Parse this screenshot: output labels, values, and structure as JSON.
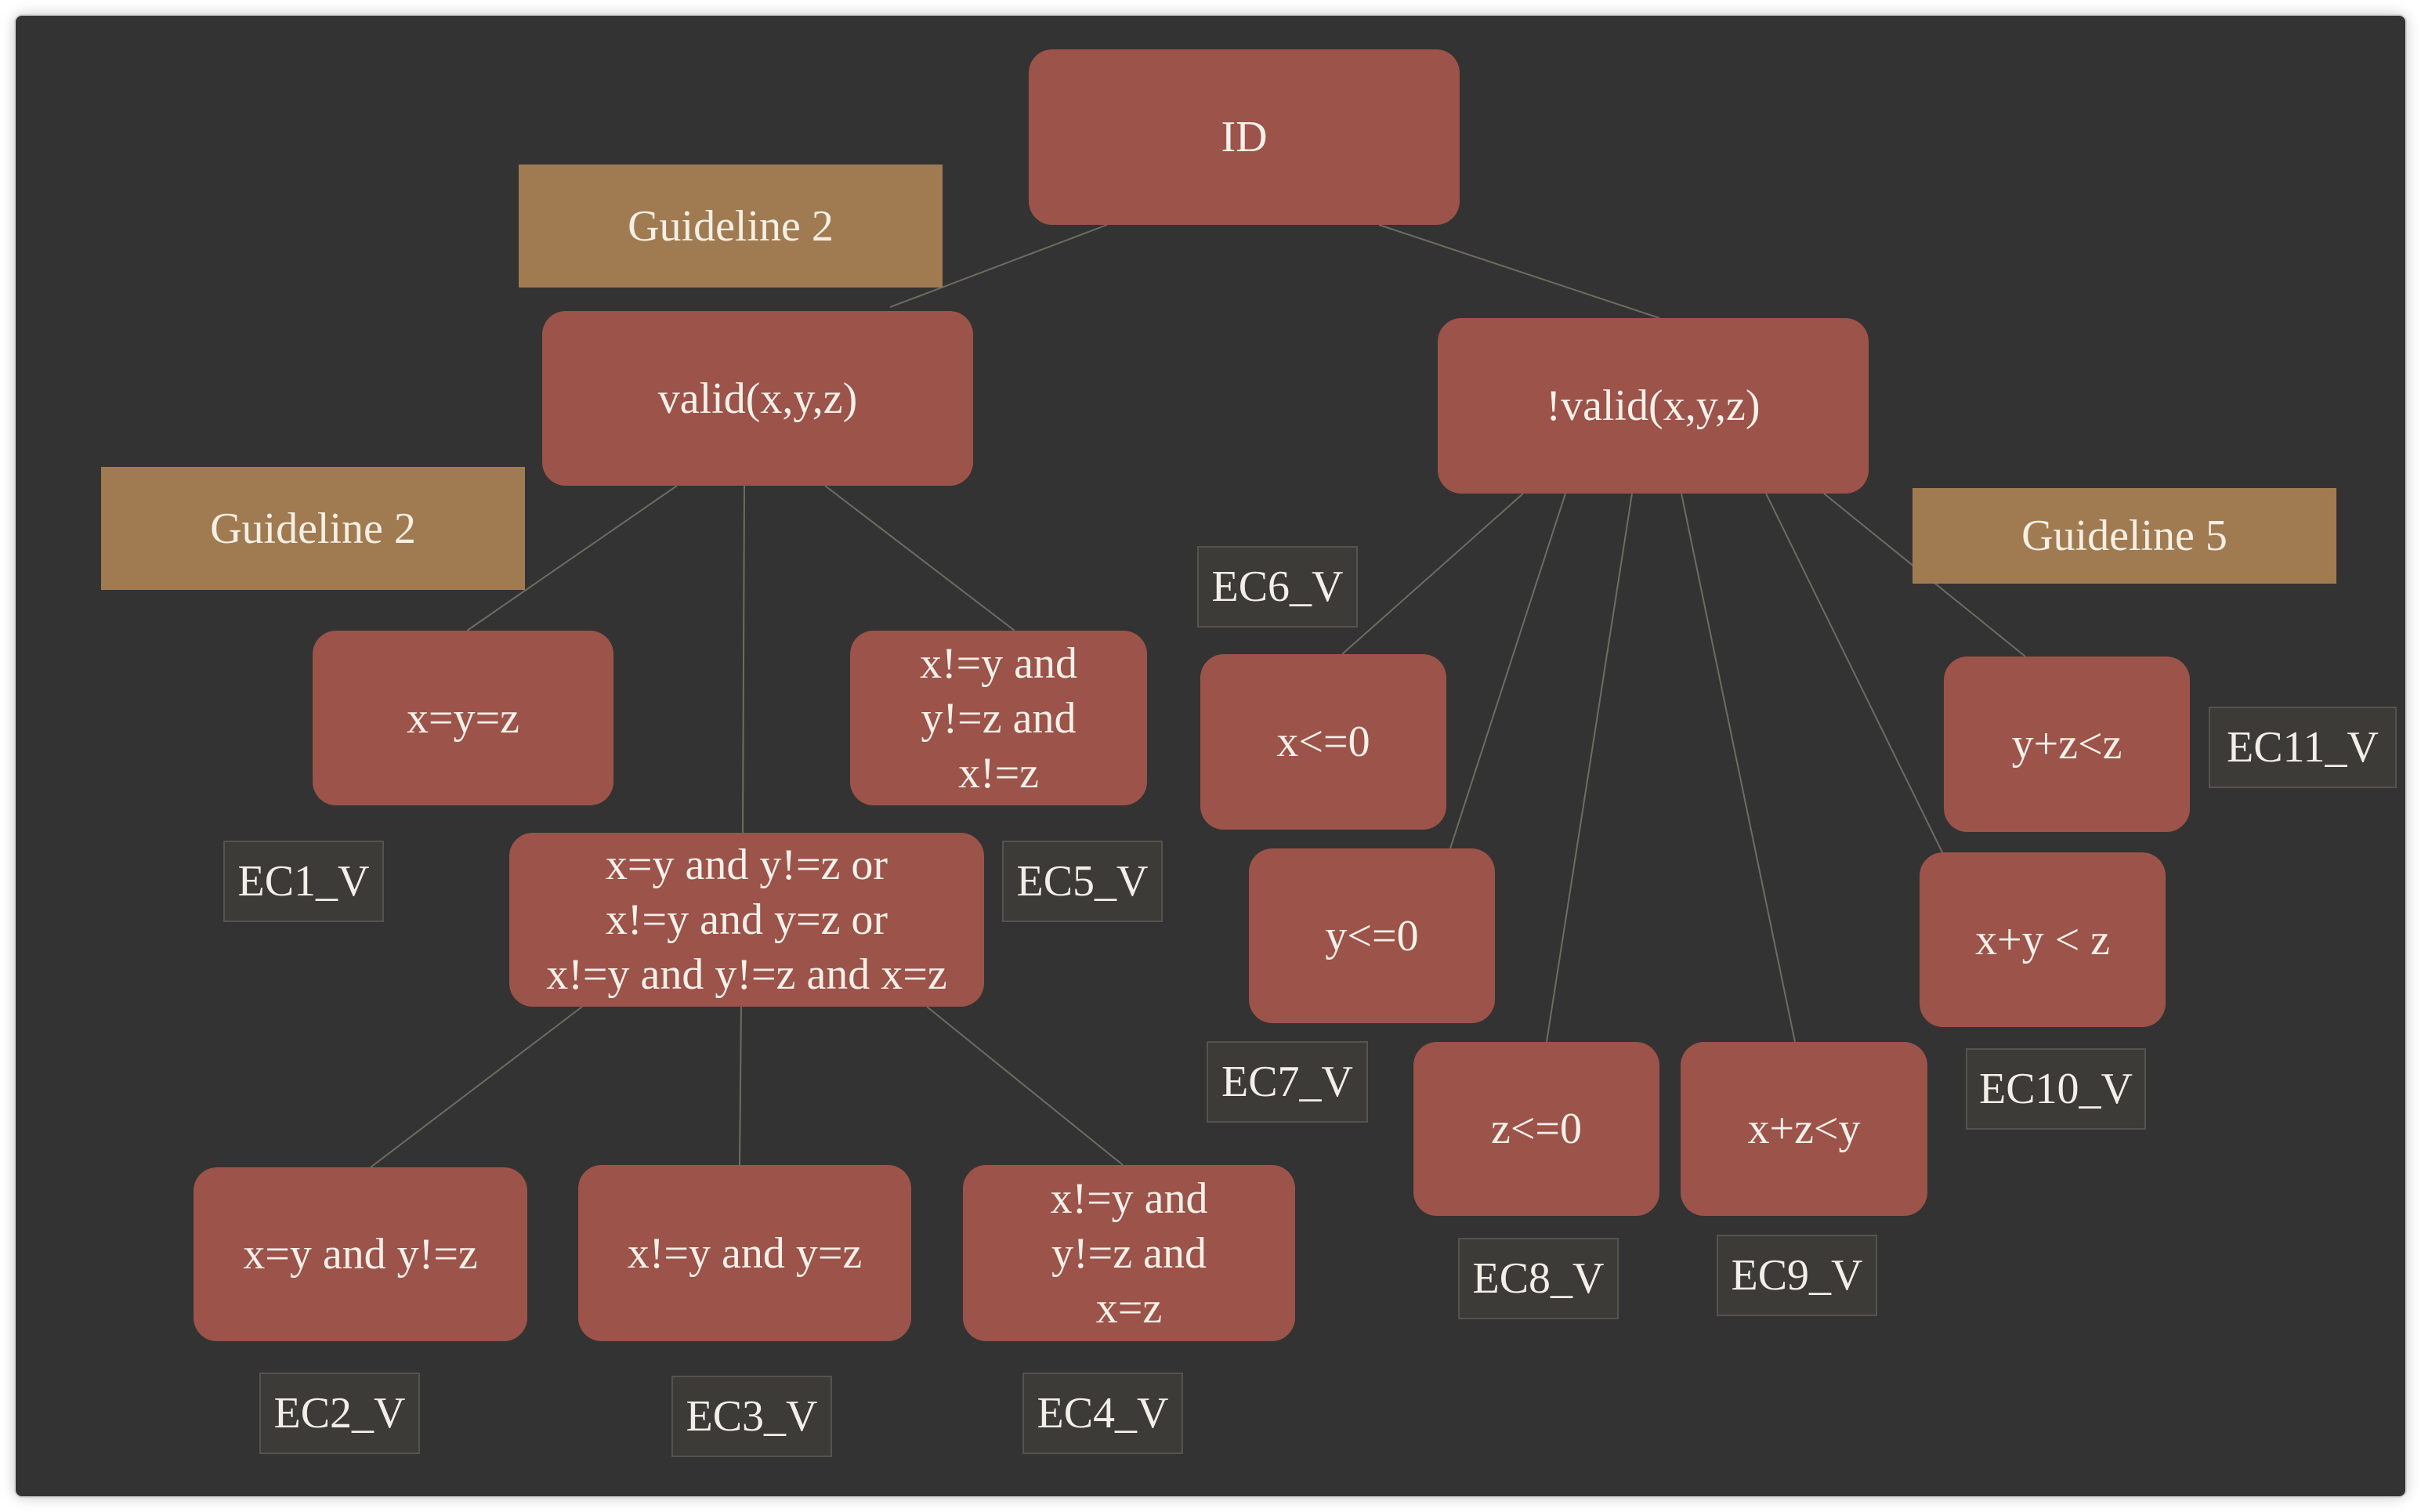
{
  "diagram": {
    "root": "ID",
    "nodes": {
      "valid": "valid(x,y,z)",
      "invalid": "!valid(x,y,z)",
      "x_eq_y_eq_z": "x=y=z",
      "all_distinct": "x!=y and\ny!=z and\nx!=z",
      "two_equal": "x=y and y!=z or\nx!=y and y=z or\nx!=y and y!=z and x=z",
      "xy_eq": "x=y and y!=z",
      "yz_eq": "x!=y and y=z",
      "xz_eq": "x!=y and\ny!=z and\nx=z",
      "x_le_0": "x<=0",
      "y_le_0": "y<=0",
      "z_le_0": "z<=0",
      "xz_lt_y": "x+z<y",
      "xy_lt_z": "x+y < z",
      "yz_lt_z": "y+z<z"
    },
    "guidelines": {
      "g_top": "Guideline 2",
      "g_left": "Guideline 2",
      "g_right": "Guideline 5"
    },
    "equivalence_classes": {
      "ec1": "EC1_V",
      "ec2": "EC2_V",
      "ec3": "EC3_V",
      "ec4": "EC4_V",
      "ec5": "EC5_V",
      "ec6": "EC6_V",
      "ec7": "EC7_V",
      "ec8": "EC8_V",
      "ec9": "EC9_V",
      "ec10": "EC10_V",
      "ec11": "EC11_V"
    }
  },
  "colors": {
    "background": "#333333",
    "node_fill": "#9c5349",
    "guideline_fill": "#a07b52",
    "ec_fill": "#3c3b38",
    "edge": "#6e6c62",
    "text": "#f4f0ea"
  }
}
